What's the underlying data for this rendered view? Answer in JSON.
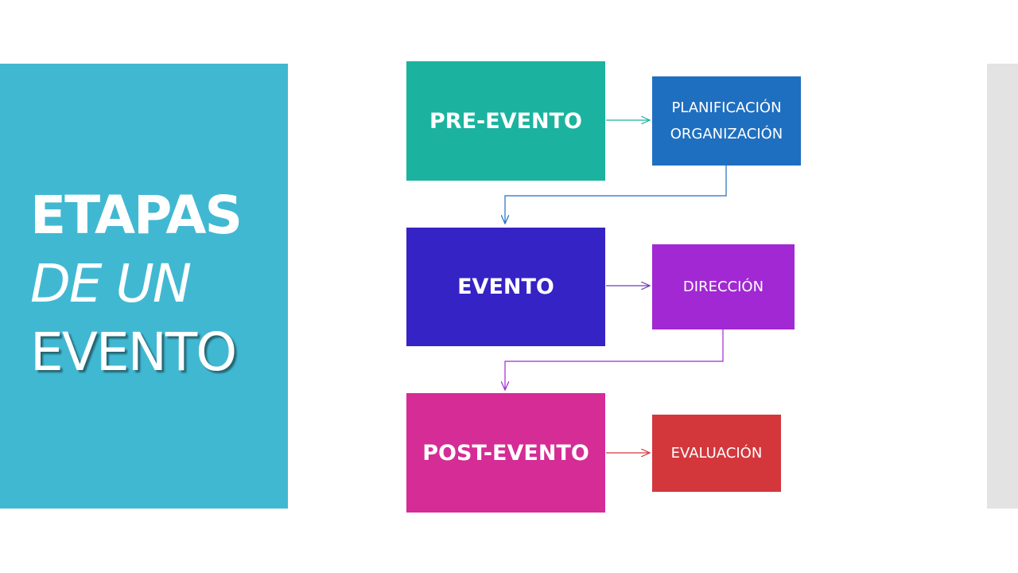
{
  "title": {
    "line1": "ETAPAS",
    "line2": "DE UN",
    "line3": "EVENTO"
  },
  "stages": [
    {
      "label": "PRE-EVENTO",
      "color": "#1bb39f"
    },
    {
      "label": "EVENTO",
      "color": "#3523c5"
    },
    {
      "label": "POST-EVENTO",
      "color": "#d52c96"
    }
  ],
  "substages": [
    {
      "lines": [
        "PLANIFICACIÓN",
        "ORGANIZACIÓN"
      ],
      "color": "#1f6fc0"
    },
    {
      "lines": [
        "DIRECCIÓN"
      ],
      "color": "#a128d2"
    },
    {
      "lines": [
        "EVALUACIÓN"
      ],
      "color": "#d3373c"
    }
  ],
  "colors": {
    "title_panel": "#41b8d2",
    "side_strip": "#e3e3e3",
    "arrow_pre": "#1bb39f",
    "arrow_plan": "#1f6fc0",
    "arrow_evento": "#6b3db8",
    "arrow_dir": "#a128d2",
    "arrow_post": "#d3373c"
  }
}
